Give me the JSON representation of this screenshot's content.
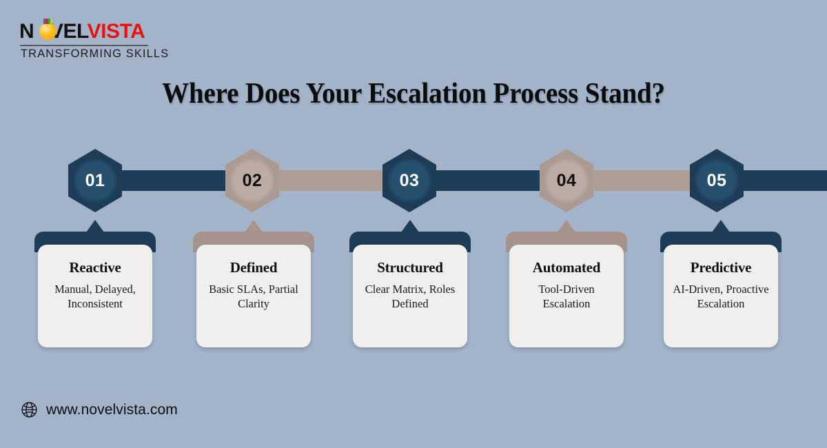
{
  "brand": {
    "logo_part1": "N",
    "logo_o_placeholder": "O",
    "logo_part2": "VEL",
    "logo_part3": "VISTA",
    "logo_full": "NOVELVISTA",
    "tagline": "TRANSFORMING SKILLS",
    "bulb_dot_colors": [
      "#2d6fd1",
      "#d12b2b",
      "#2faa4a",
      "#e8c31e"
    ]
  },
  "header": {
    "title": "Where Does Your Escalation Process Stand?"
  },
  "colors": {
    "background": "#a3b4ca",
    "navy": "#1d3c57",
    "tan": "#ae9d95",
    "card_body": "#f0efed",
    "logo_red": "#e8130f"
  },
  "timeline": {
    "steps": [
      {
        "number": "01",
        "tone": "navy",
        "title": "Reactive",
        "desc": "Manual, Delayed, Inconsistent"
      },
      {
        "number": "02",
        "tone": "tan",
        "title": "Defined",
        "desc": "Basic SLAs, Partial Clarity"
      },
      {
        "number": "03",
        "tone": "navy",
        "title": "Structured",
        "desc": "Clear Matrix, Roles Defined"
      },
      {
        "number": "04",
        "tone": "tan",
        "title": "Automated",
        "desc": "Tool-Driven Escalation"
      },
      {
        "number": "05",
        "tone": "navy",
        "title": "Predictive",
        "desc": "AI-Driven, Proactive Escalation"
      }
    ],
    "connectors": [
      {
        "tone": "navy"
      },
      {
        "tone": "tan"
      },
      {
        "tone": "navy"
      },
      {
        "tone": "tan"
      },
      {
        "tone": "navy"
      }
    ]
  },
  "footer": {
    "icon": "globe-icon",
    "url": "www.novelvista.com"
  }
}
